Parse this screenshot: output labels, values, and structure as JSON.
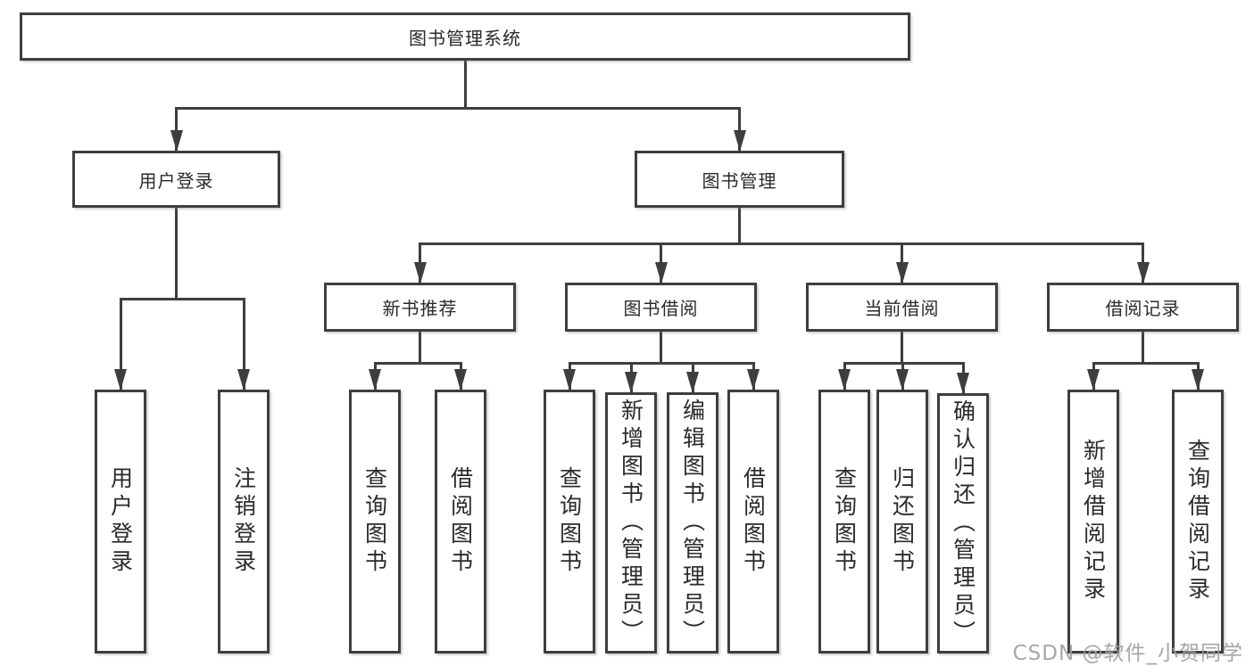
{
  "diagram": {
    "title": "图书管理系统",
    "watermark": "CSDN @软件_小贺同学",
    "colors": {
      "line": "#3e3e3e",
      "box_border": "#3e3e3e",
      "box_background": "#ffffff",
      "text": "#2a2a2a",
      "watermark_text": "#9e9ea4"
    },
    "nodes": [
      {
        "id": "root",
        "parent": null,
        "label": "图书管理系统"
      },
      {
        "id": "user-login",
        "parent": "root",
        "label": "用户登录"
      },
      {
        "id": "book-mgmt",
        "parent": "root",
        "label": "图书管理"
      },
      {
        "id": "new-book-rec",
        "parent": "book-mgmt",
        "label": "新书推荐"
      },
      {
        "id": "book-borrow",
        "parent": "book-mgmt",
        "label": "图书借阅"
      },
      {
        "id": "current-borrow",
        "parent": "book-mgmt",
        "label": "当前借阅"
      },
      {
        "id": "borrow-records",
        "parent": "book-mgmt",
        "label": "借阅记录"
      },
      {
        "id": "user-login-leaf",
        "parent": "user-login",
        "label": "用户登录"
      },
      {
        "id": "logout-leaf",
        "parent": "user-login",
        "label": "注销登录"
      },
      {
        "id": "nb-query",
        "parent": "new-book-rec",
        "label": "查询图书"
      },
      {
        "id": "nb-borrow",
        "parent": "new-book-rec",
        "label": "借阅图书"
      },
      {
        "id": "bb-query",
        "parent": "book-borrow",
        "label": "查询图书"
      },
      {
        "id": "bb-add",
        "parent": "book-borrow",
        "label": "新增图书（管理员）"
      },
      {
        "id": "bb-edit",
        "parent": "book-borrow",
        "label": "编辑图书（管理员）"
      },
      {
        "id": "bb-borrow",
        "parent": "book-borrow",
        "label": "借阅图书"
      },
      {
        "id": "cb-query",
        "parent": "current-borrow",
        "label": "查询图书"
      },
      {
        "id": "cb-return",
        "parent": "current-borrow",
        "label": "归还图书"
      },
      {
        "id": "cb-confirm",
        "parent": "current-borrow",
        "label": "确认归还（管理员）"
      },
      {
        "id": "br-add",
        "parent": "borrow-records",
        "label": "新增借阅记录"
      },
      {
        "id": "br-query",
        "parent": "borrow-records",
        "label": "查询借阅记录"
      }
    ]
  }
}
